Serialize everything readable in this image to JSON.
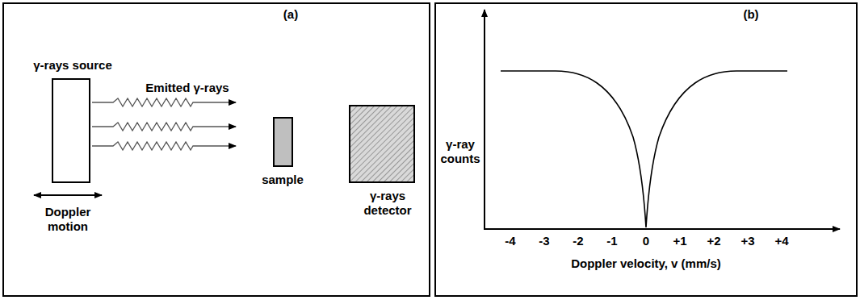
{
  "diagram": {
    "nodes": [
      {
        "text": [
          "(a)"
        ]
      },
      {
        "text": [
          "γ-rays source"
        ],
        "in": 0
      },
      {
        "text": [
          "sample"
        ],
        "in": 0
      },
      {
        "text": [
          "γ-rays detector"
        ],
        "in": 0
      },
      {
        "text": [
          "(b)"
        ]
      }
    ],
    "labels": [
      "Emitted γ-rays",
      "Doppler motion",
      "γ-ray counts",
      "Doppler velocity, v (mm/s)",
      "-4",
      "-3",
      "-2",
      "-1",
      "0",
      "+1",
      "+2",
      "+3",
      "+4"
    ]
  }
}
